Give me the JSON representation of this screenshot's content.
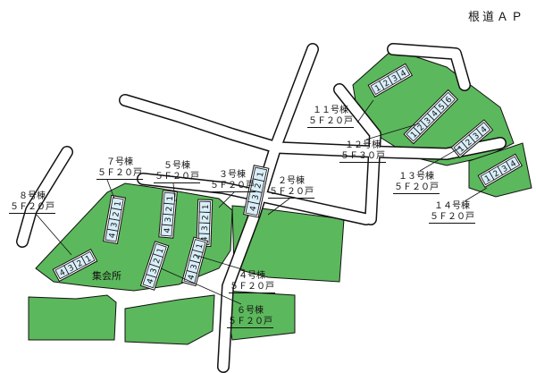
{
  "title": "根道ＡＰ",
  "colors": {
    "green": "#5cb85c",
    "building": "#d8eef8",
    "road": "#ffffff",
    "outline": "#111111"
  },
  "place_label": "集会所",
  "buildings": [
    {
      "id": "b2",
      "name": "２号棟",
      "spec": "５Ｆ２０戸",
      "units": [
        "4",
        "3",
        "2",
        "1"
      ]
    },
    {
      "id": "b3",
      "name": "３号棟",
      "spec": "５Ｆ２０戸",
      "units": [
        "4",
        "3",
        "2",
        "1"
      ]
    },
    {
      "id": "b4",
      "name": "４号棟",
      "spec": "５Ｆ２０戸",
      "units": [
        "4",
        "3",
        "2",
        "1"
      ]
    },
    {
      "id": "b5",
      "name": "５号棟",
      "spec": "５Ｆ２０戸",
      "units": [
        "4",
        "3",
        "2",
        "1"
      ]
    },
    {
      "id": "b6",
      "name": "６号棟",
      "spec": "５Ｆ２０戸",
      "units": [
        "4",
        "3",
        "2",
        "1"
      ]
    },
    {
      "id": "b7",
      "name": "７号棟",
      "spec": "５Ｆ２０戸",
      "units": [
        "4",
        "3",
        "2",
        "1"
      ]
    },
    {
      "id": "b8",
      "name": "８号棟",
      "spec": "５Ｆ２０戸",
      "units": [
        "4",
        "3",
        "2",
        "1"
      ]
    },
    {
      "id": "b11",
      "name": "１１号棟",
      "spec": "５Ｆ２０戸",
      "units": [
        "1",
        "2",
        "3",
        "4"
      ]
    },
    {
      "id": "b12",
      "name": "１２号棟",
      "spec": "５Ｆ３０戸",
      "units": [
        "1",
        "2",
        "3",
        "4",
        "5",
        "6"
      ]
    },
    {
      "id": "b13",
      "name": "１３号棟",
      "spec": "５Ｆ２０戸",
      "units": [
        "1",
        "2",
        "3",
        "4"
      ]
    },
    {
      "id": "b14",
      "name": "１４号棟",
      "spec": "５Ｆ２０戸",
      "units": [
        "1",
        "2",
        "3",
        "4"
      ]
    }
  ]
}
